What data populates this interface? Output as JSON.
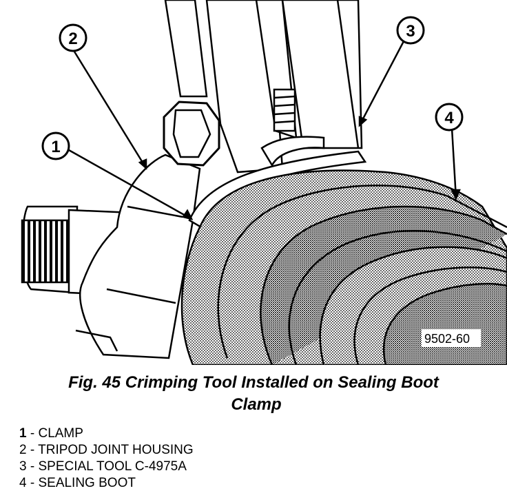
{
  "figure": {
    "code": "9502-60",
    "callouts": [
      "1",
      "2",
      "3",
      "4"
    ]
  },
  "caption": {
    "line1": "Fig. 45 Crimping Tool Installed on Sealing Boot",
    "line2": "Clamp"
  },
  "legend": [
    {
      "num": "1",
      "sep": " - ",
      "text": "CLAMP"
    },
    {
      "num": "2",
      "sep": " - ",
      "text": "TRIPOD JOINT HOUSING"
    },
    {
      "num": "3",
      "sep": " - ",
      "text": "SPECIAL TOOL C-4975A"
    },
    {
      "num": "4",
      "sep": " - ",
      "text": "SEALING BOOT"
    }
  ]
}
